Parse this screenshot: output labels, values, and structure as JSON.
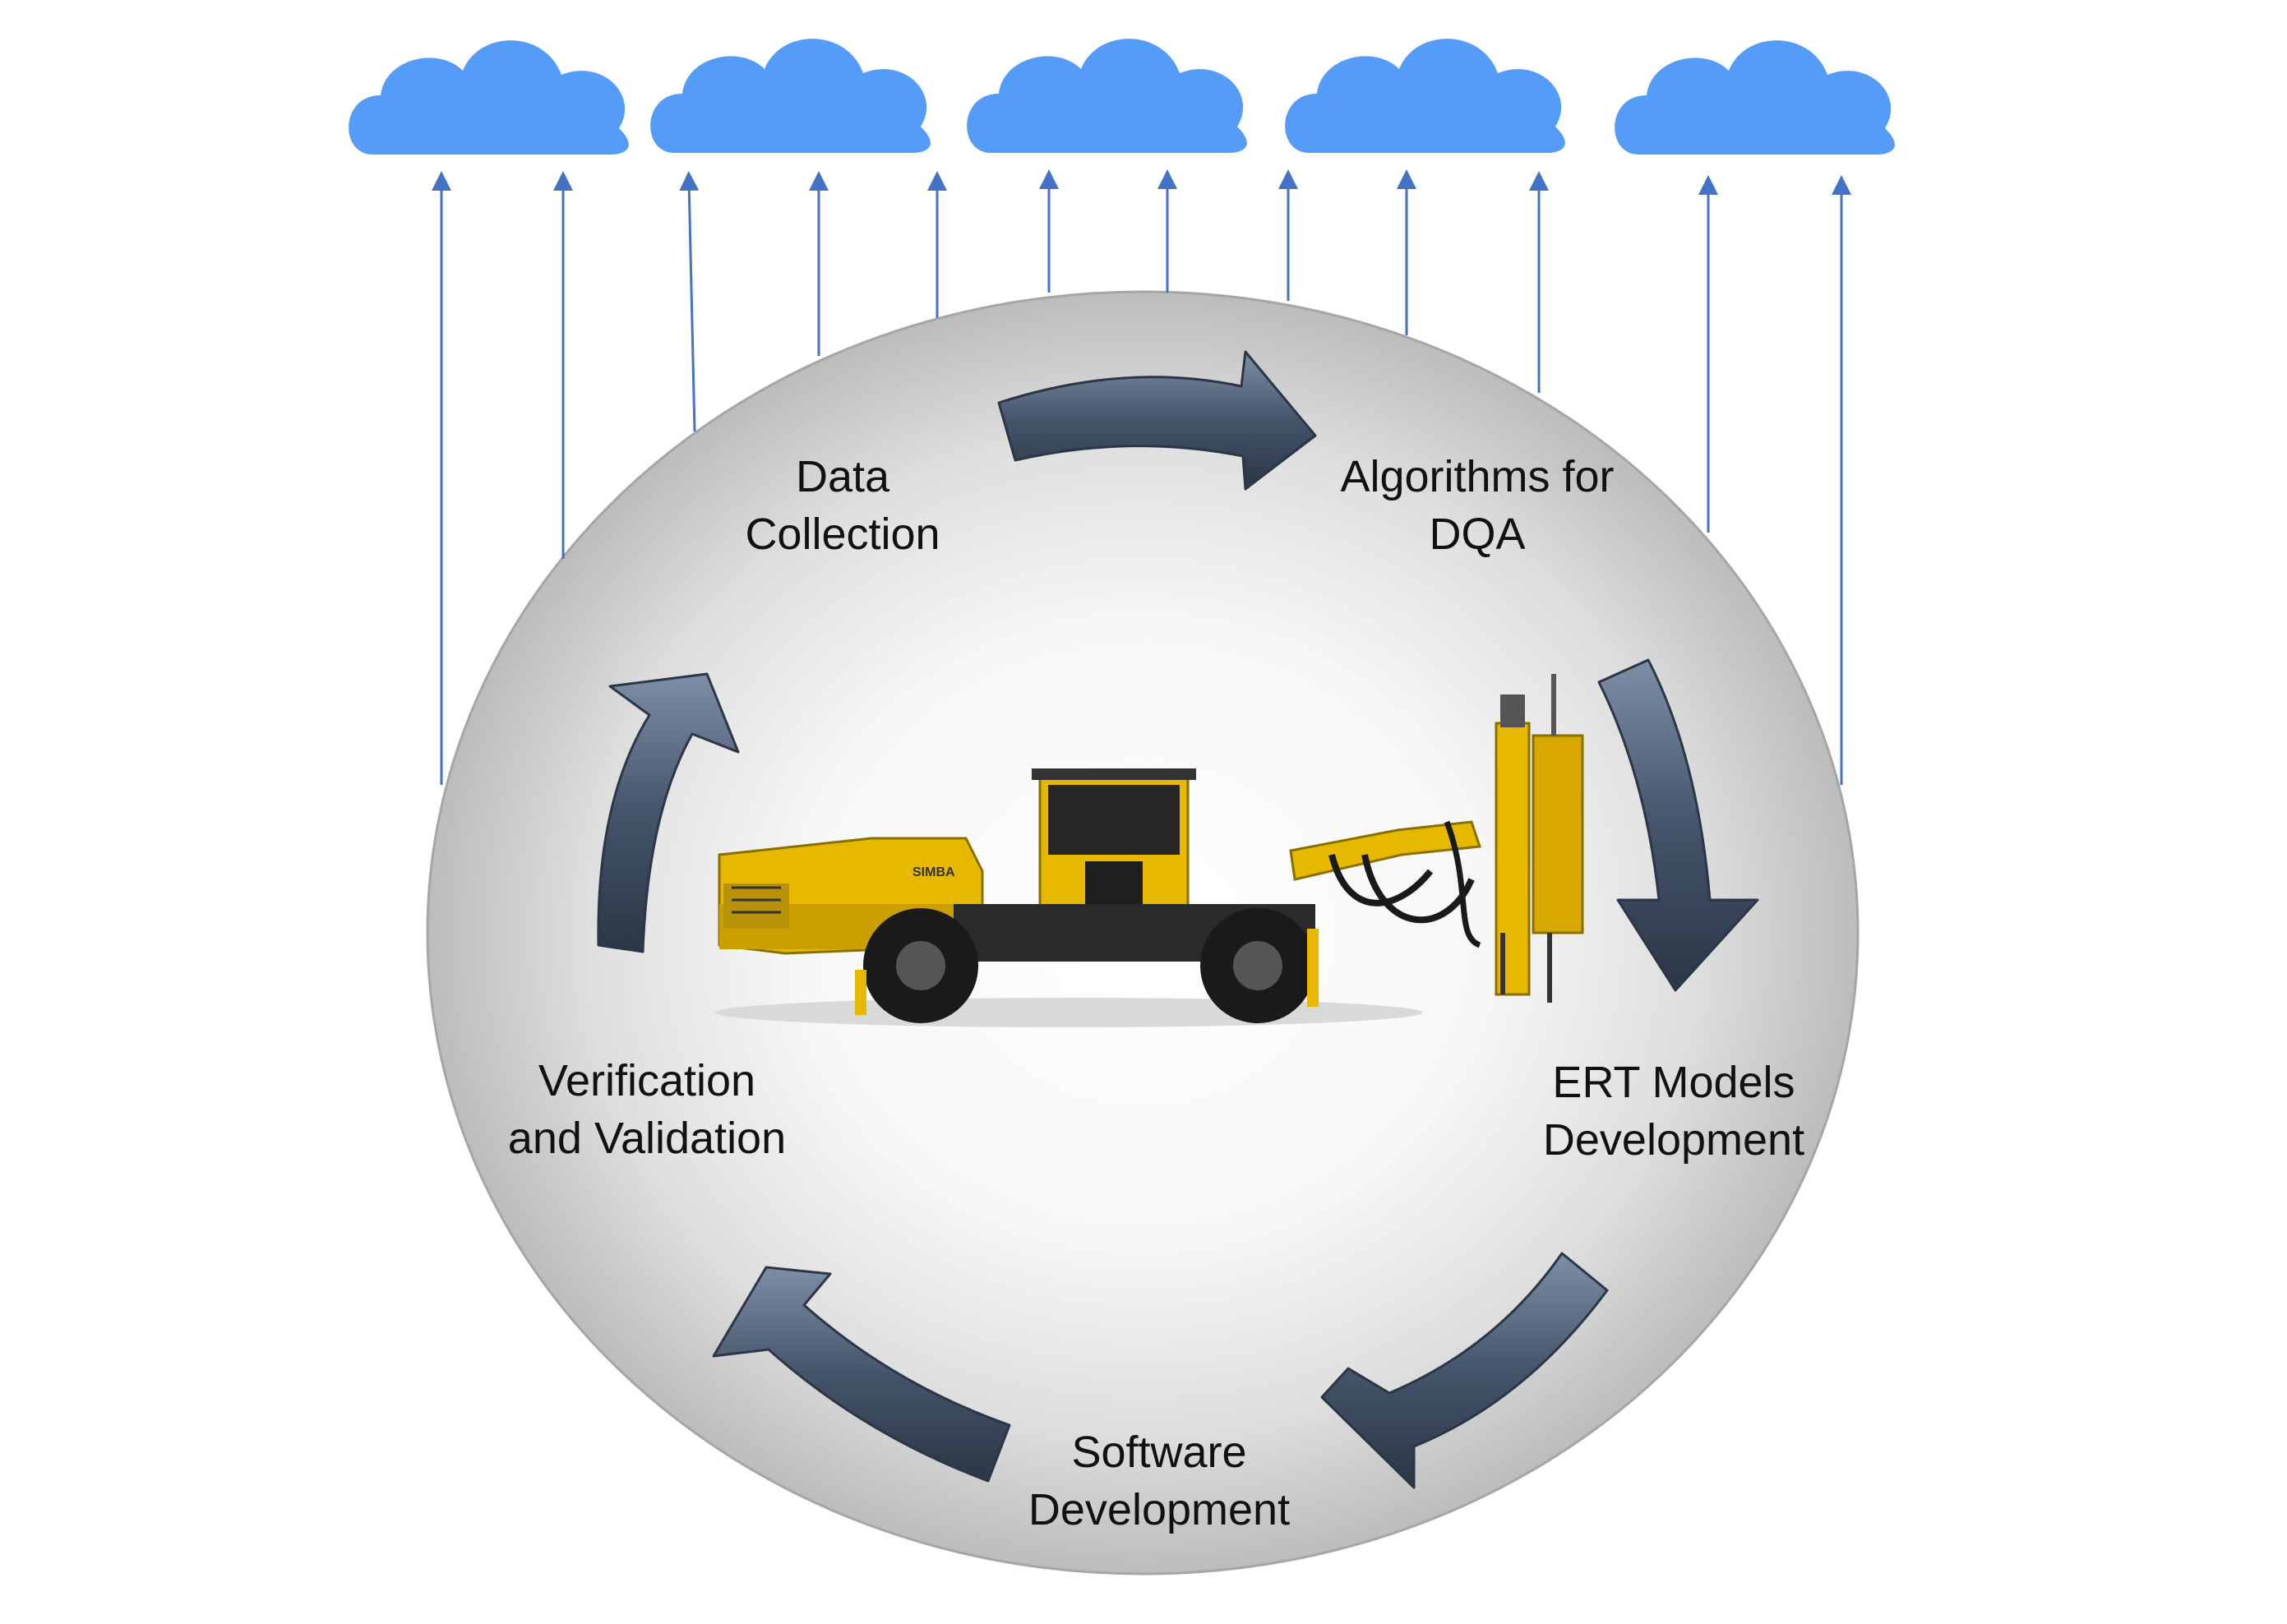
{
  "colors": {
    "cloud": "#559cf8",
    "upload_arrow": "#4472c4",
    "cycle_arrow": "#44546a",
    "circle_edge": "#a6a6a6",
    "machine_yellow": "#e6b800"
  },
  "icons": [
    "cloud-icon",
    "drill-rig-machine"
  ],
  "cycle": {
    "steps": [
      {
        "line1": "Data",
        "line2": "Collection"
      },
      {
        "line1": "Algorithms for",
        "line2": "DQA"
      },
      {
        "line1": "ERT Models",
        "line2": "Development"
      },
      {
        "line1": "Software",
        "line2": "Development"
      },
      {
        "line1": "Verification",
        "line2": "and Validation"
      }
    ]
  },
  "machine": {
    "brand_text": "SIMBA"
  }
}
